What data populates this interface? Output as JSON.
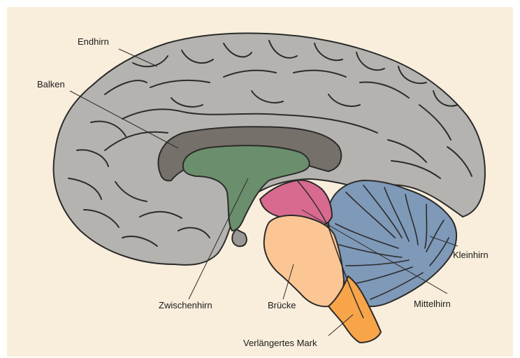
{
  "diagram": {
    "colors": {
      "background": "#f9eedc",
      "cerebrum": "#b4b3b0",
      "corpus_callosum": "#76706a",
      "diencephalon": "#6b8f6c",
      "midbrain": "#d86a8f",
      "pons": "#fbc694",
      "medulla": "#f7a548",
      "cerebellum": "#7f99b8",
      "outline": "#2b2b2b"
    },
    "labels": {
      "endhirn": "Endhirn",
      "balken": "Balken",
      "zwischenhirn": "Zwischenhirn",
      "bruecke": "Brücke",
      "verlaengertes_mark": "Verlängertes Mark",
      "kleinhirn": "Kleinhirn",
      "mittelhirn": "Mittelhirn"
    }
  }
}
